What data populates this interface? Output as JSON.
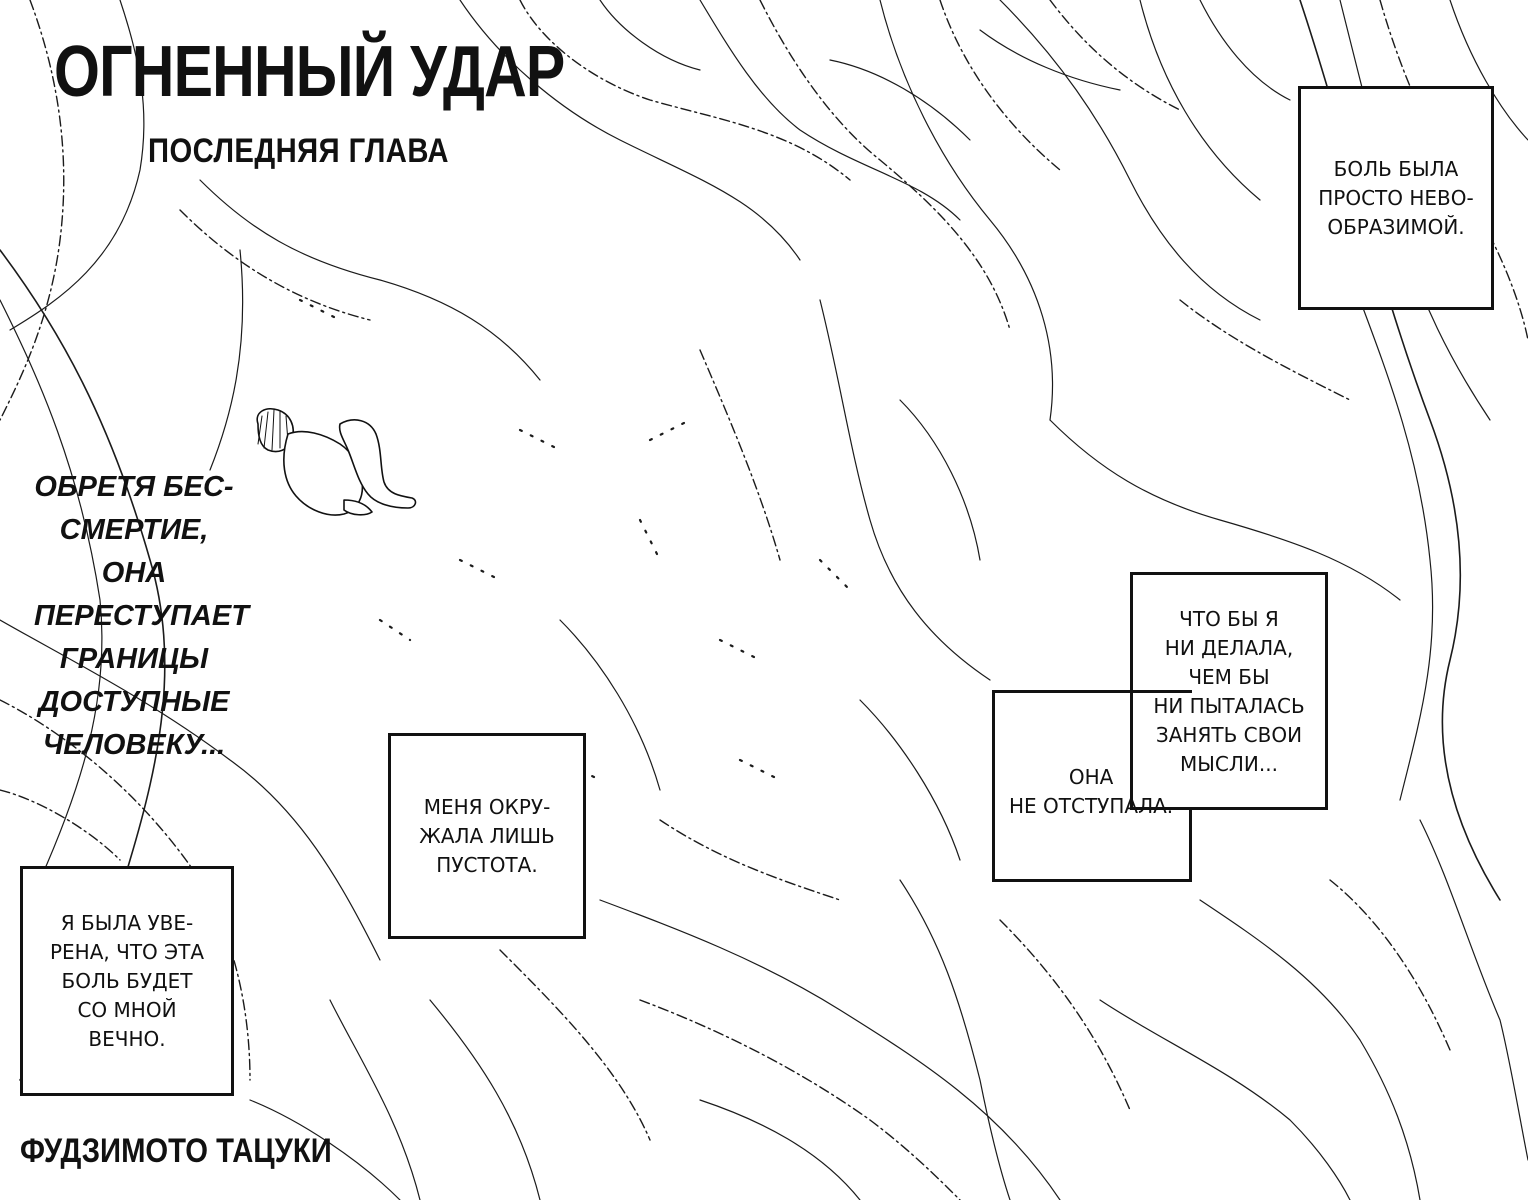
{
  "header": {
    "title": "ОГНЕННЫЙ УДАР",
    "subtitle": "ПОСЛЕДНЯЯ ГЛАВА"
  },
  "narration": {
    "lines": [
      "ОБРЕТЯ БЕС-",
      "СМЕРТИЕ, ОНА",
      "ПЕРЕСТУПАЕТ",
      "ГРАНИЦЫ",
      "ДОСТУПНЫЕ",
      "ЧЕЛОВЕКУ..."
    ]
  },
  "captions": {
    "pain": [
      "БОЛЬ БЫЛА",
      "ПРОСТО НЕВО-",
      "ОБРАЗИМОЙ."
    ],
    "emptiness": [
      "МЕНЯ ОКРУ-",
      "ЖАЛА ЛИШЬ",
      "ПУСТОТА."
    ],
    "certain": [
      "Я БЫЛА УВЕ-",
      "РЕНА, ЧТО ЭТА",
      "БОЛЬ БУДЕТ",
      "СО МНОЙ",
      "ВЕЧНО."
    ],
    "whatever": [
      "ЧТО БЫ Я",
      "НИ ДЕЛАЛА,",
      "ЧЕМ БЫ",
      "НИ ПЫТАЛАСЬ",
      "ЗАНЯТЬ СВОИ",
      "МЫСЛИ..."
    ],
    "retreat": [
      "ОНА",
      "НЕ ОТСТУПАЛА."
    ]
  },
  "footer": {
    "author": "ФУДЗИМОТО ТАЦУКИ"
  }
}
